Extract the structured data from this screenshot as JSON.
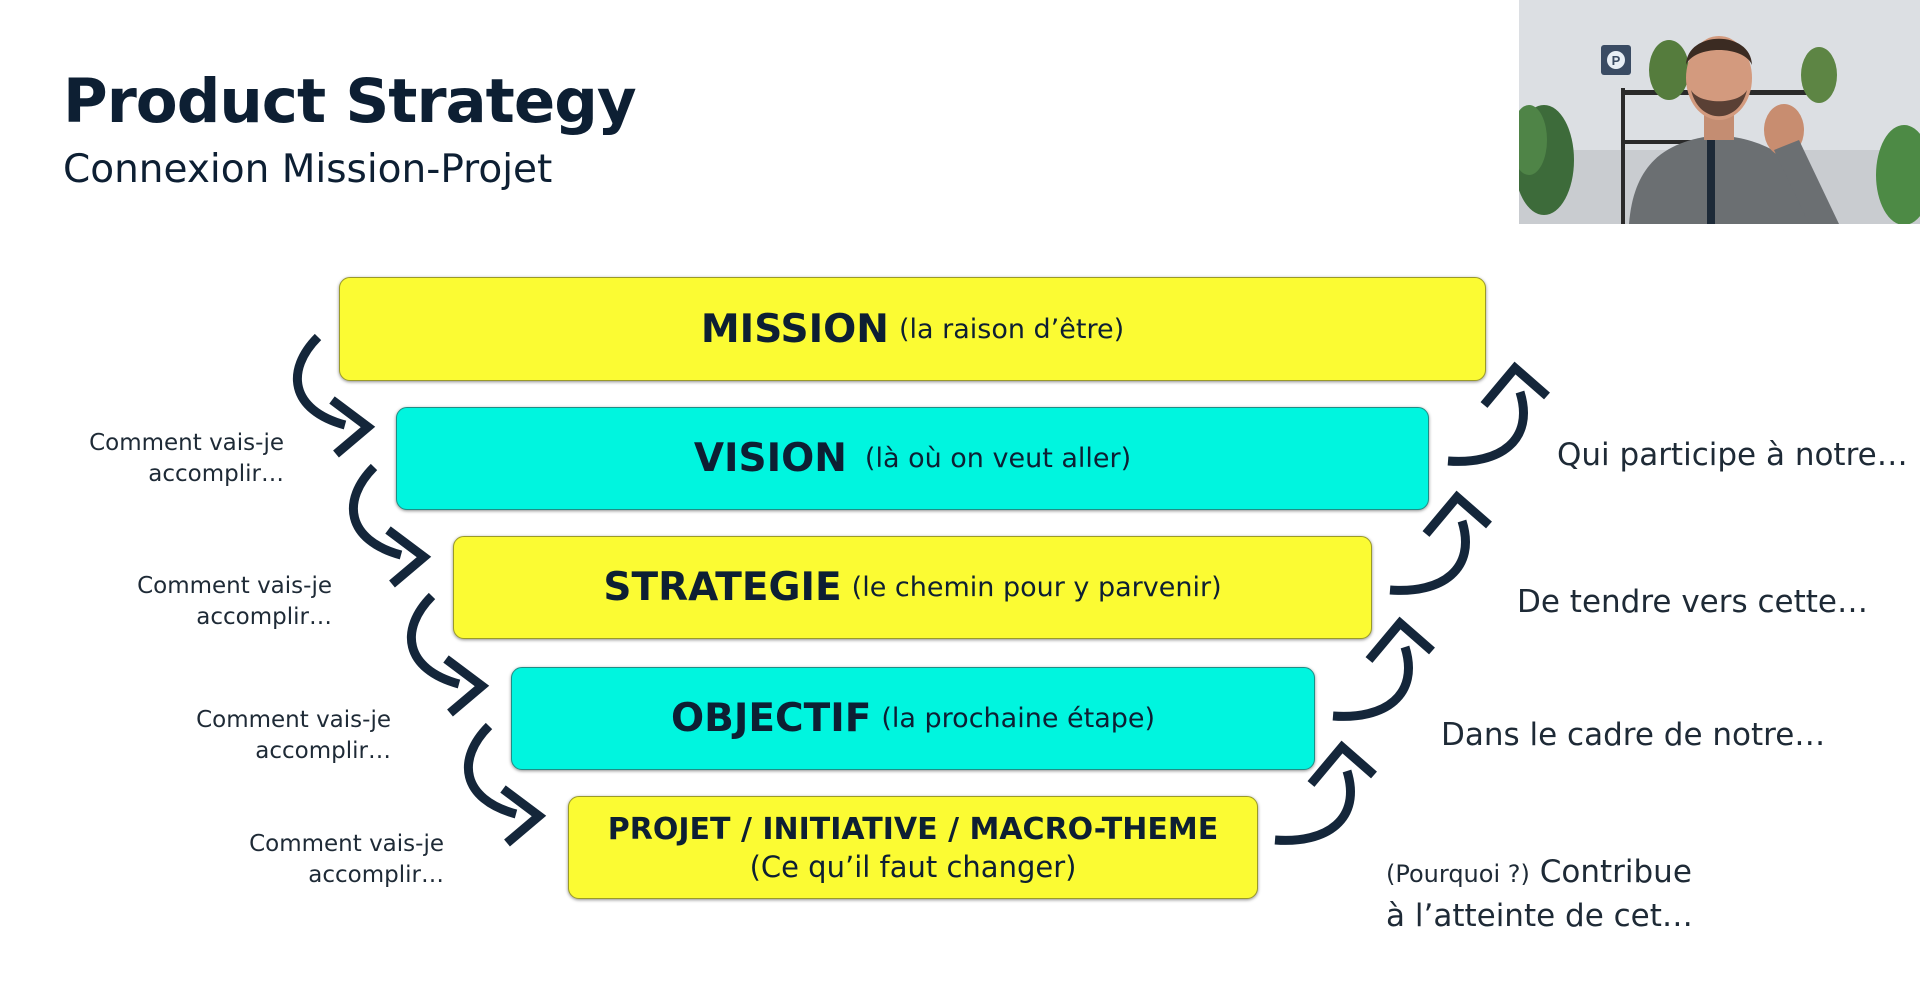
{
  "slide": {
    "title": "Product Strategy",
    "subtitle": "Connexion Mission-Projet"
  },
  "levels": [
    {
      "keyword": "MISSION",
      "description": "(la raison d’être)",
      "color": "#fbfb33"
    },
    {
      "keyword": "VISION",
      "description": "(là où on veut aller)",
      "color": "#00f5df"
    },
    {
      "keyword": "STRATEGIE",
      "description": "(le chemin pour y parvenir)",
      "color": "#fbfb33"
    },
    {
      "keyword": "OBJECTIF",
      "description": "(la prochaine étape)",
      "color": "#00f5df"
    },
    {
      "keyword": "PROJET / INITIATIVE / MACRO-THEME",
      "description": "(Ce qu’il faut changer)",
      "color": "#fbfb33"
    }
  ],
  "left_labels": [
    {
      "line1": "Comment vais-je",
      "line2": "accomplir…"
    },
    {
      "line1": "Comment vais-je",
      "line2": "accomplir…"
    },
    {
      "line1": "Comment vais-je",
      "line2": "accomplir…"
    },
    {
      "line1": "Comment vais-je",
      "line2": "accomplir…"
    }
  ],
  "right_labels": [
    {
      "text": "Qui participe à notre…"
    },
    {
      "text": "De tendre vers cette…"
    },
    {
      "text": "Dans le cadre de notre…"
    },
    {
      "prefix": "(Pourquoi ?)",
      "text": "Contribue",
      "line2": "à  l’atteinte de cet…"
    }
  ],
  "colors": {
    "yellow": "#fbfb33",
    "cyan": "#00f5df",
    "text_dark": "#0d1f33",
    "arrow": "#14263a"
  },
  "webcam": {
    "logo_letter": "P"
  }
}
